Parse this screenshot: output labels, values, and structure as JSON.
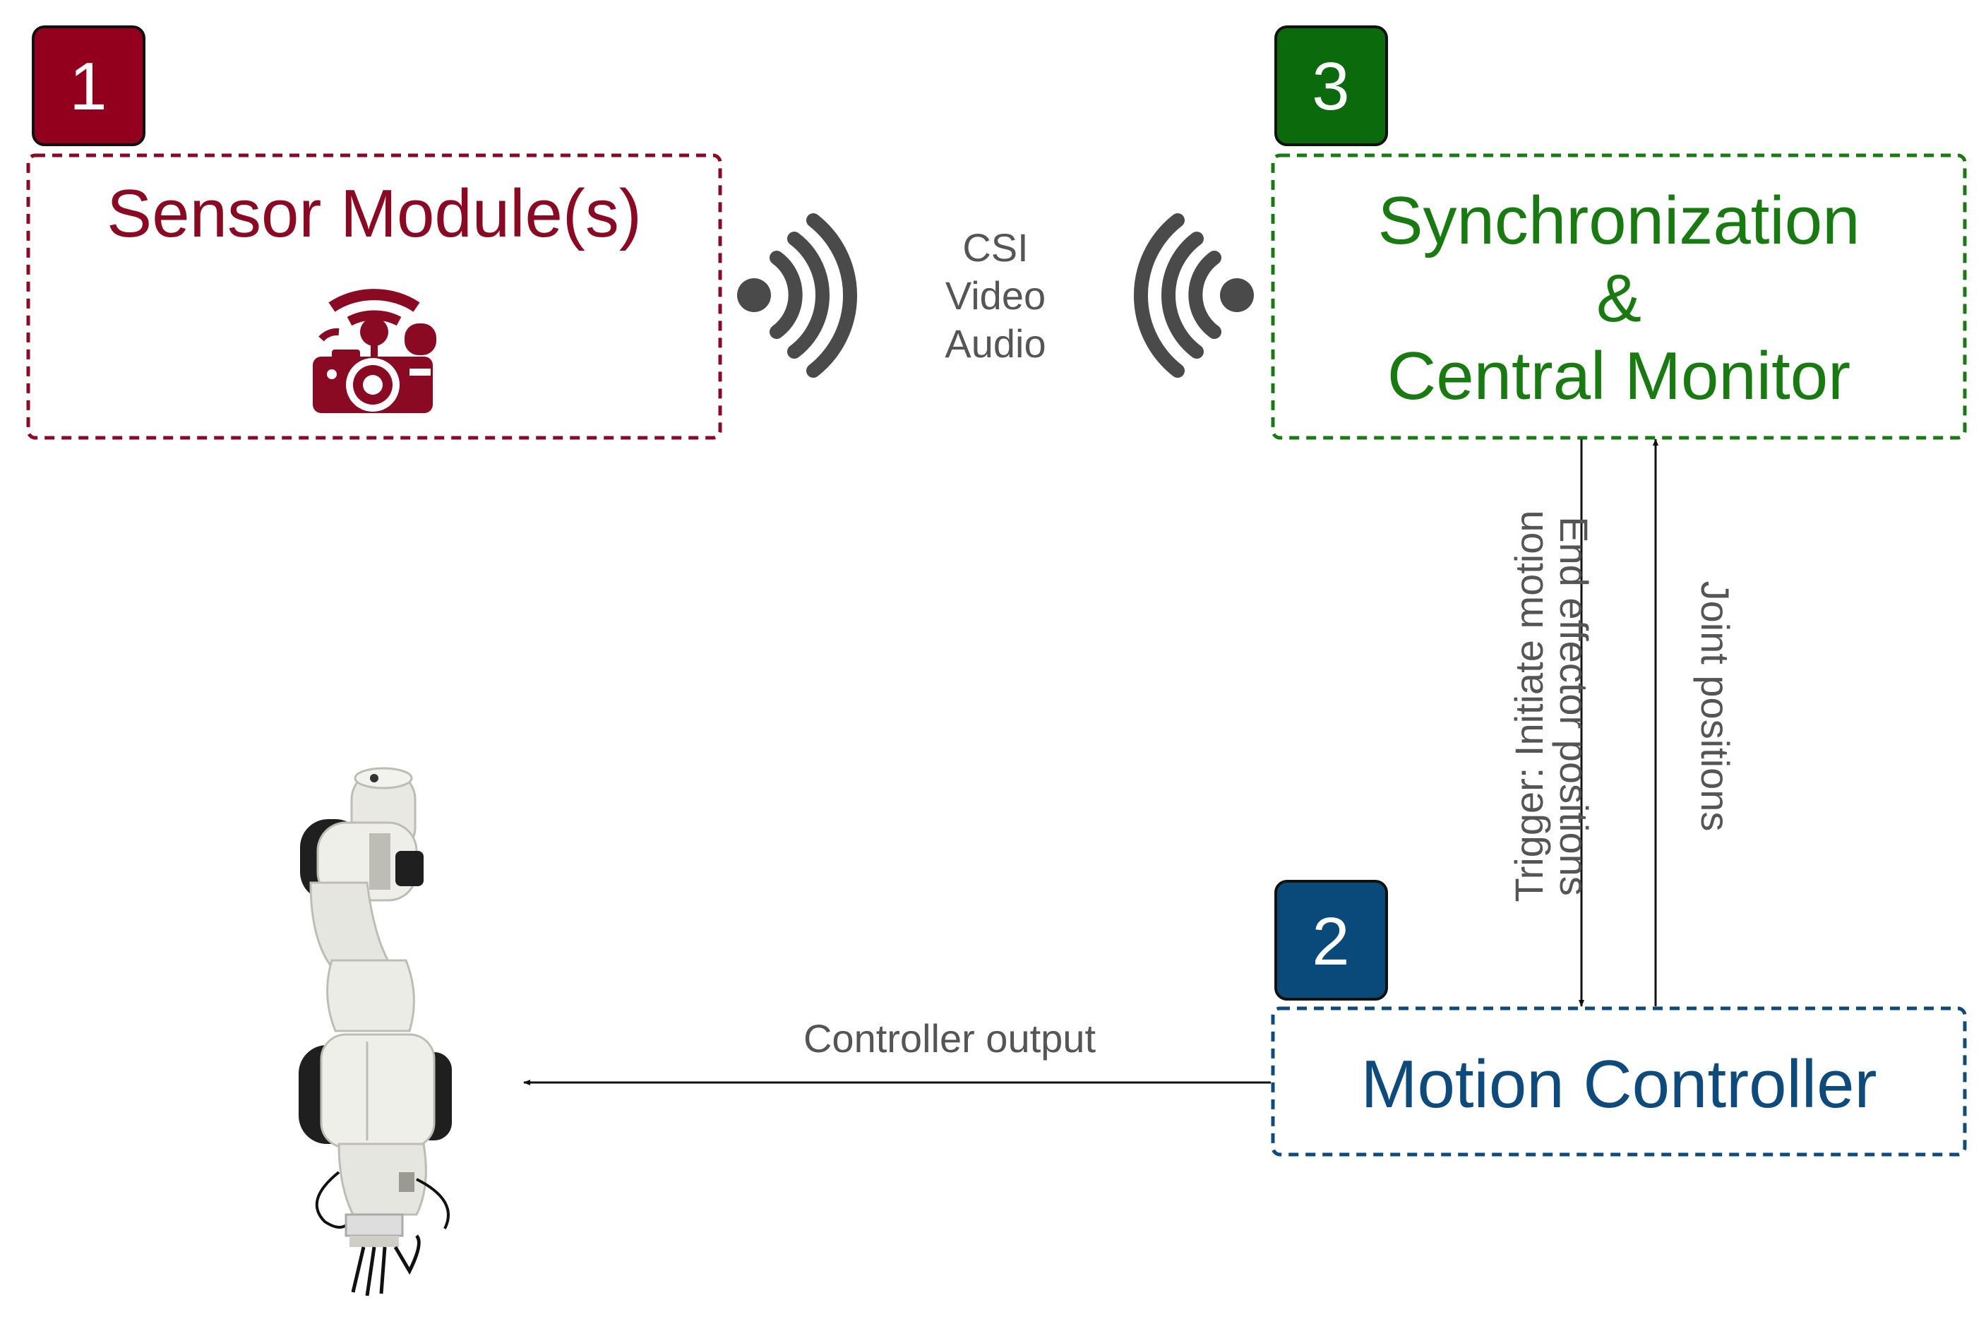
{
  "colors": {
    "sensor": "#8b0a23",
    "sync": "#1a7a12",
    "motion": "#0f4a7d",
    "sensor_badge": "#93001e",
    "sync_badge": "#0b6a0b",
    "motion_badge": "#0a4a7a",
    "gray_text": "#555555",
    "wifi_icon": "#4a4a4a",
    "arrow": "#111111"
  },
  "badges": {
    "sensor": "1",
    "motion": "2",
    "sync": "3"
  },
  "sensor_box": {
    "title": "Sensor Module(s)",
    "icon": "wireless-camera-icon"
  },
  "sync_box": {
    "line1": "Synchronization",
    "line2": "&",
    "line3": "Central Monitor"
  },
  "motion_box": {
    "title": "Motion Controller"
  },
  "wireless": {
    "label_line1": "CSI",
    "label_line2": "Video",
    "label_line3": "Audio",
    "left_icon": "wireless-signal-icon",
    "right_icon": "wireless-signal-icon"
  },
  "edges": {
    "trigger": "Trigger: Initiate motion",
    "joint": "Joint positions",
    "end_effector": "End effector positions",
    "controller_output": "Controller output"
  },
  "robot": {
    "icon": "robot-arm-icon"
  }
}
